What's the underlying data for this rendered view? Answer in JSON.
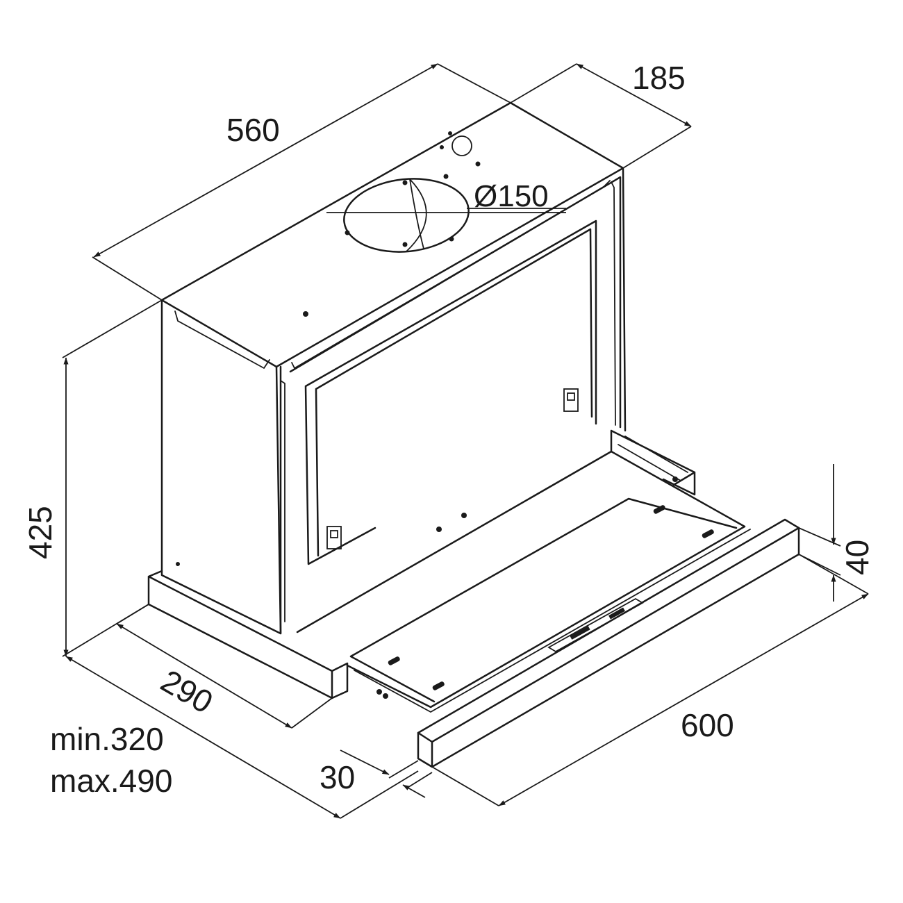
{
  "drawing": {
    "dimensions": {
      "width_top": "560",
      "depth_top": "185",
      "duct_diameter": "Ø150",
      "height": "425",
      "depth_base": "290",
      "extension_min": "min.320",
      "extension_max": "max.490",
      "front_offset": "30",
      "width_front": "600",
      "front_height": "40"
    }
  }
}
